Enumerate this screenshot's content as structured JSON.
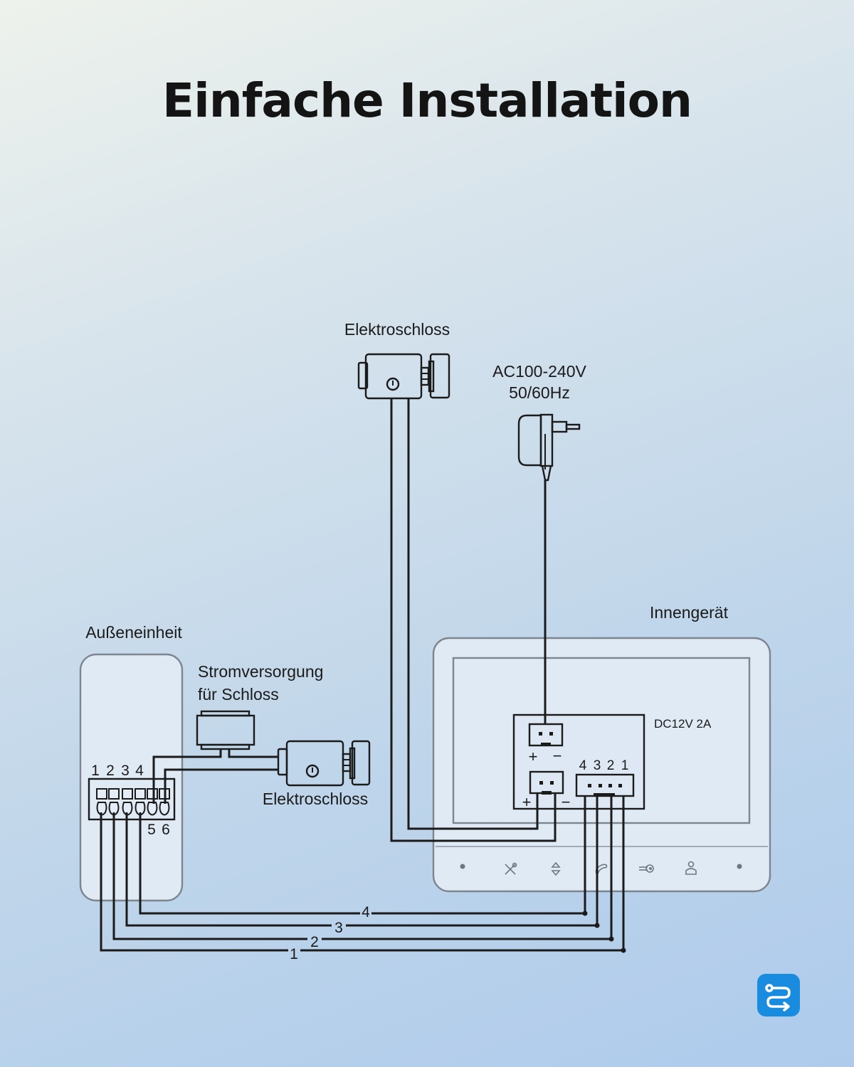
{
  "title": "Einfache Installation",
  "labels": {
    "lock_top": "Elektroschloss",
    "adapter_voltage": "AC100-240V",
    "adapter_frequency": "50/60Hz",
    "indoor_unit": "Innengerät",
    "outdoor_unit": "Außeneinheit",
    "lock_power_line1": "Stromversorgung",
    "lock_power_line2": "für Schloss",
    "lock_bottom": "Elektroschloss",
    "dc_rating": "DC12V 2A"
  },
  "outdoor_terminals": {
    "top_numbers": [
      "1",
      "2",
      "3",
      "4"
    ],
    "bottom_numbers": [
      "5",
      "6"
    ]
  },
  "indoor_connector": {
    "power_in_plus": "+",
    "power_in_minus": "−",
    "lock_out_plus": "+",
    "lock_out_minus": "−",
    "bus_numbers": [
      "4",
      "3",
      "2",
      "1"
    ]
  },
  "wire_labels": [
    "4",
    "3",
    "2",
    "1"
  ],
  "indoor_buttons": [
    {
      "icon": "dot-icon"
    },
    {
      "icon": "settings-tools-icon"
    },
    {
      "icon": "up-down-arrows-icon"
    },
    {
      "icon": "phone-handset-icon"
    },
    {
      "icon": "key-icon"
    },
    {
      "icon": "person-icon"
    },
    {
      "icon": "dot-icon"
    }
  ],
  "brand_badge": {
    "icon": "route-icon",
    "color": "#1a8ce0"
  }
}
